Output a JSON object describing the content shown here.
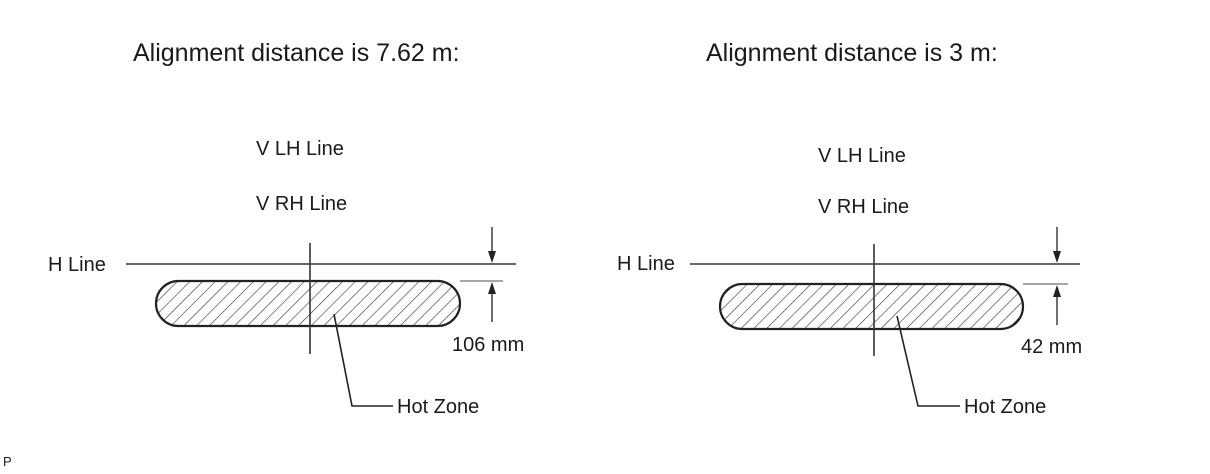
{
  "panels": [
    {
      "title": "Alignment distance is 7.62 m:",
      "v_lh_label": "V LH Line",
      "v_rh_label": "V RH Line",
      "h_label": "H Line",
      "dimension_label": "106 mm",
      "hot_zone_label": "Hot Zone"
    },
    {
      "title": "Alignment distance is 3 m:",
      "v_lh_label": "V LH Line",
      "v_rh_label": "V RH Line",
      "h_label": "H Line",
      "dimension_label": "42 mm",
      "hot_zone_label": "Hot Zone"
    }
  ],
  "corner_mark": "P"
}
